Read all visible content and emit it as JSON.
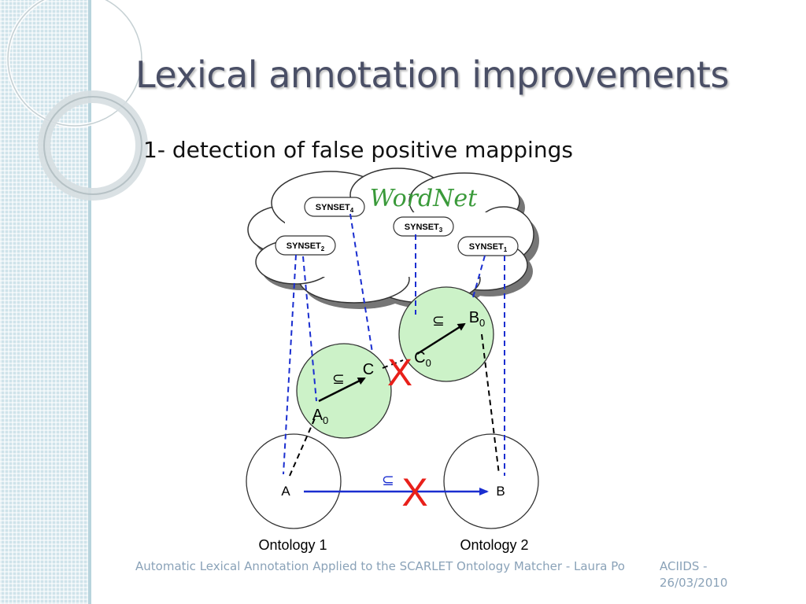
{
  "slide": {
    "title": "Lexical annotation improvements",
    "subtitle": "1- detection of false positive mappings",
    "footer_left": "Automatic Lexical Annotation Applied to the SCARLET Ontology Matcher - Laura Po",
    "footer_right": "ACIIDS - 26/03/2010"
  },
  "diagram": {
    "cloud_logo": "WordNet",
    "synsets": [
      {
        "base": "SYNSET",
        "sub": "4"
      },
      {
        "base": "SYNSET",
        "sub": "3"
      },
      {
        "base": "SYNSET",
        "sub": "2"
      },
      {
        "base": "SYNSET",
        "sub": "1"
      }
    ],
    "nodes": {
      "a0": {
        "base": "A",
        "sub": "0"
      },
      "c": {
        "base": "C"
      },
      "c0": {
        "base": "C",
        "sub": "0"
      },
      "b0": {
        "base": "B",
        "sub": "0"
      },
      "a": {
        "base": "A"
      },
      "b": {
        "base": "B"
      }
    },
    "subset_symbol": "⊆",
    "cross_symbol": "X",
    "ontology_labels": [
      "Ontology 1",
      "Ontology 2"
    ],
    "colors": {
      "green_fill": "#ccf2c8",
      "blue_line": "#1a2ed0",
      "cross_red": "#e8201a"
    }
  }
}
